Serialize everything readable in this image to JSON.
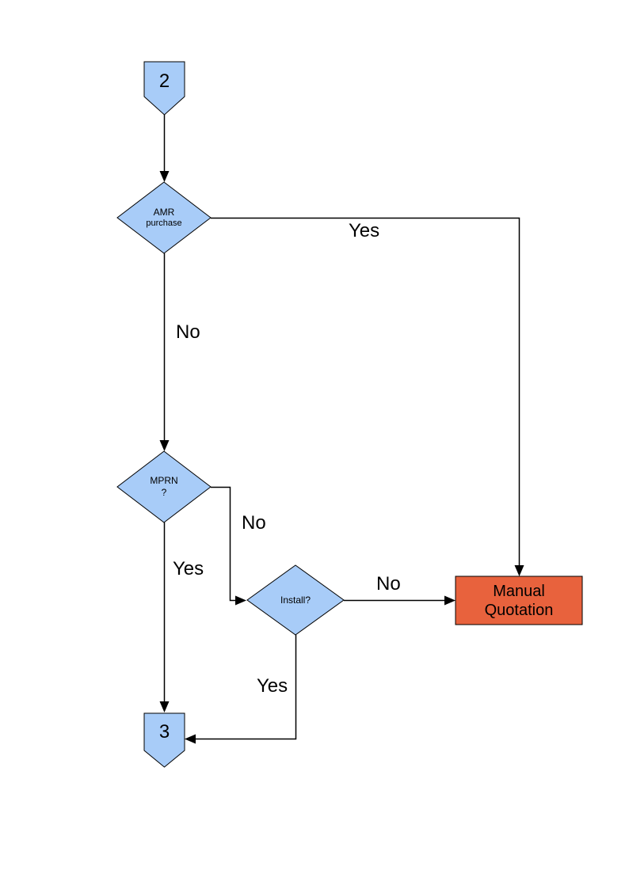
{
  "colors": {
    "node_fill": "#A8CCF8",
    "manual_fill": "#E8623D",
    "line": "#000000"
  },
  "nodes": {
    "connector_2": "2",
    "amr": {
      "line1": "AMR",
      "line2": "purchase"
    },
    "mprn": {
      "line1": "MPRN",
      "line2": "?"
    },
    "install": "Install?",
    "manual_quotation": "Manual Quotation",
    "connector_3": "3"
  },
  "edge_labels": {
    "amr_yes": "Yes",
    "amr_no": "No",
    "mprn_no": "No",
    "mprn_yes": "Yes",
    "install_no": "No",
    "install_yes": "Yes"
  }
}
